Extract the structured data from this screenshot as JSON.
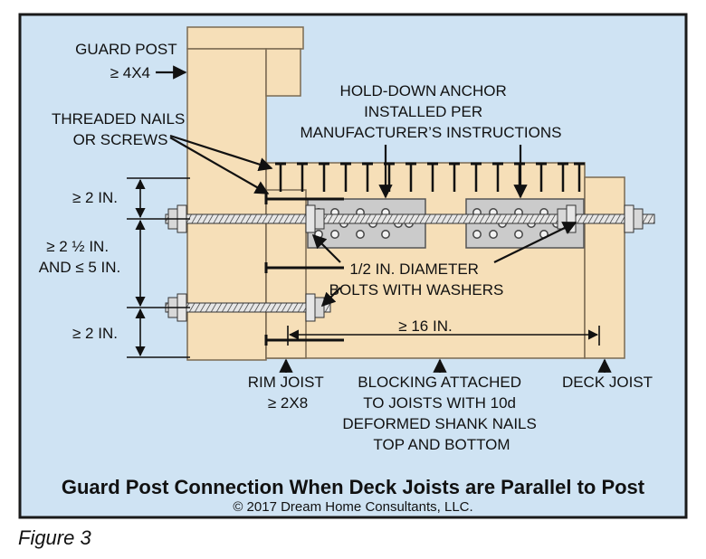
{
  "labels": {
    "guard_post": [
      "GUARD POST",
      "≥ 4X4"
    ],
    "threaded_nails": [
      "THREADED NAILS",
      "OR SCREWS"
    ],
    "hold_down": [
      "HOLD-DOWN ANCHOR",
      "INSTALLED PER",
      "MANUFACTURER’S INSTRUCTIONS"
    ],
    "dim_top": "≥ 2 IN.",
    "dim_mid": [
      "≥ 2 ½ IN.",
      "AND ≤ 5 IN."
    ],
    "dim_bottom": "≥ 2 IN.",
    "bolts": [
      "1/2 IN. DIAMETER",
      "BOLTS WITH WASHERS"
    ],
    "dim_length": "≥ 16 IN.",
    "rim_joist": [
      "RIM JOIST",
      "≥ 2X8"
    ],
    "blocking": [
      "BLOCKING ATTACHED",
      "TO JOISTS WITH 10d",
      "DEFORMED SHANK NAILS",
      "TOP AND BOTTOM"
    ],
    "deck_joist": "DECK JOIST"
  },
  "title": "Guard Post Connection When Deck Joists are Parallel to Post",
  "copyright": "© 2017 Dream Home Consultants, LLC.",
  "caption": "Figure 3",
  "colors": {
    "background": "#cfe3f3",
    "frame": "#1a1a1a",
    "wood": "#f6dfb8",
    "wood_edge": "#7a6a52",
    "plate": "#cbcbcb",
    "ink": "#111111"
  }
}
